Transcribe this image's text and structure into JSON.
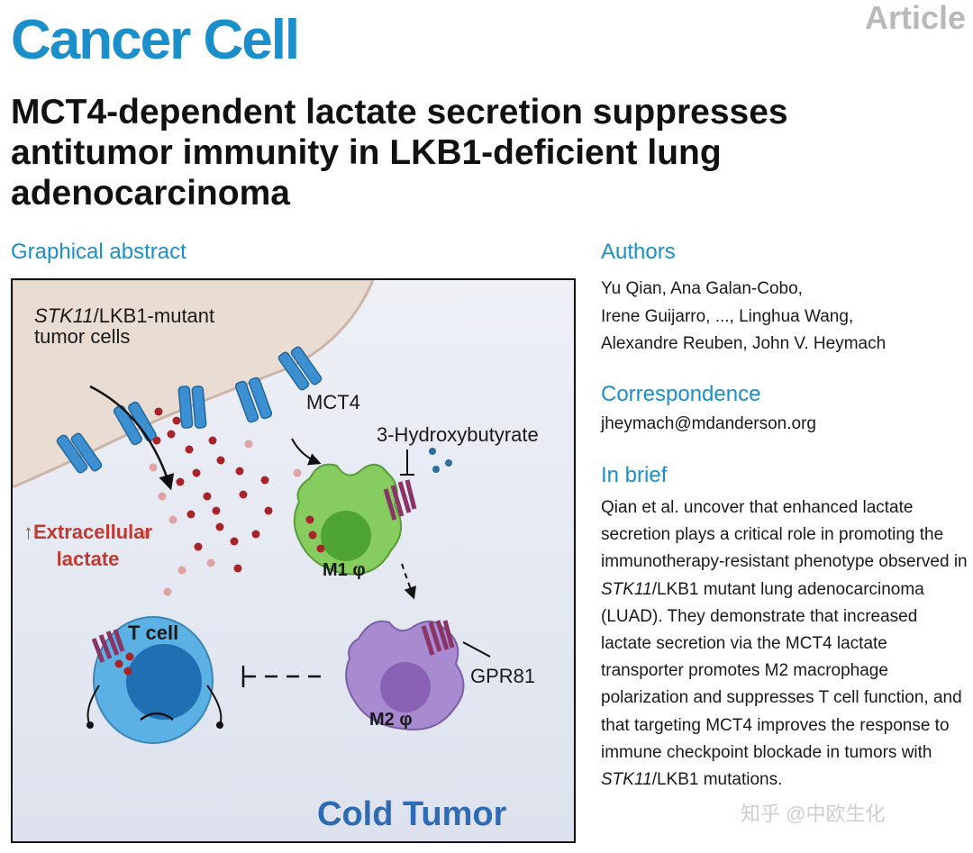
{
  "journal": {
    "name": "Cancer Cell",
    "article_type": "Article"
  },
  "title": "MCT4-dependent lactate secretion suppresses antitumor immunity in LKB1-deficient lung adenocarcinoma",
  "graphical_abstract": {
    "heading": "Graphical abstract",
    "labels": {
      "tumor_gene": "STK11",
      "tumor_rest_1": "/LKB1-mutant",
      "tumor_rest_2": "tumor cells",
      "mct4": "MCT4",
      "hydroxybutyrate": "3-Hydroxybutyrate",
      "extracellular_1": "↑Extracellular",
      "extracellular_2": "lactate",
      "m1": "M1 φ",
      "tcell": "T cell",
      "gpr81": "GPR81",
      "m2": "M2 φ",
      "cold_tumor": "Cold Tumor"
    },
    "colors": {
      "tumor_membrane": "#eadcd2",
      "transporter": "#3c8fd0",
      "lactate": "#a8242a",
      "m1_cell": "#86cc5e",
      "m2_cell": "#a78ad0",
      "tcell": "#5bb0e4",
      "receptor": "#8a3466",
      "hydroxybutyrate": "#2a6f9e"
    }
  },
  "authors": {
    "heading": "Authors",
    "lines": [
      "Yu Qian, Ana Galan-Cobo,",
      "Irene Guijarro, ..., Linghua Wang,",
      "Alexandre Reuben, John V. Heymach"
    ]
  },
  "correspondence": {
    "heading": "Correspondence",
    "email": "jheymach@mdanderson.org"
  },
  "in_brief": {
    "heading": "In brief",
    "p1": "Qian et al. uncover that enhanced lactate secretion plays a critical role in promoting the immunotherapy-resistant phenotype observed in ",
    "gene1": "STK11",
    "p2": "/LKB1 mutant lung adenocarcinoma (LUAD). They demonstrate that increased lactate secretion via the MCT4 lactate transporter promotes M2 macrophage polarization and suppresses T cell function, and that targeting MCT4 improves the response to immune checkpoint blockade in tumors with ",
    "gene2": "STK11",
    "p3": "/LKB1 mutations."
  },
  "watermark": "知乎 @中欧生化"
}
